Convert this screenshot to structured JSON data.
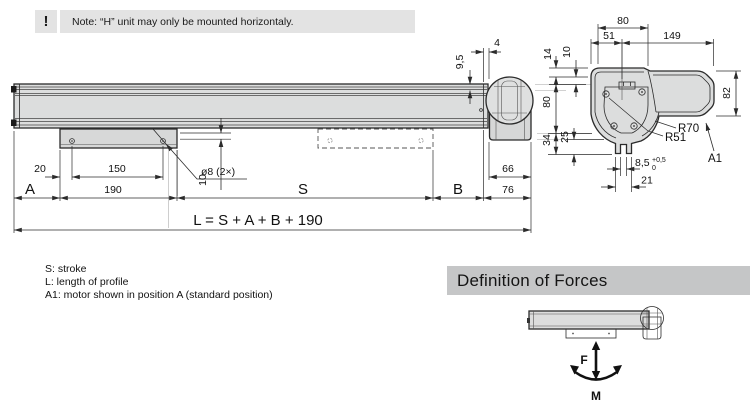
{
  "note": {
    "icon": "!",
    "text": "Note: “H” unit may only be mounted horizontaly."
  },
  "side_view": {
    "dim_20": "20",
    "dim_150": "150",
    "dim_190": "190",
    "dim_10": "10",
    "dim_9_5": "9,5",
    "dim_4": "4",
    "dim_66": "66",
    "dim_76": "76",
    "label_a": "A",
    "label_s": "S",
    "label_b": "B",
    "hole_callout": "ø8 (2×)",
    "length_formula": "L = S + A + B + 190"
  },
  "end_view": {
    "dim_80_top": "80",
    "dim_51": "51",
    "dim_149": "149",
    "dim_14": "14",
    "dim_10": "10",
    "dim_80_left": "80",
    "dim_34": "34",
    "dim_25": "25",
    "dim_82": "82",
    "radius_70": "R70",
    "radius_51": "R51",
    "position_label": "A1",
    "slot_width": "8,5",
    "slot_tol_upper": "+0,5",
    "slot_tol_lower": "0",
    "dim_21": "21"
  },
  "legend": {
    "line1": "S: stroke",
    "line2": "L: length of profile",
    "line3": "A1: motor shown in position A (standard position)"
  },
  "forces": {
    "title": "Definition of Forces",
    "force_label": "F",
    "moment_label": "M"
  },
  "colors": {
    "note_bg": "#e3e3e3",
    "header_bg": "#c5c6c7",
    "profile_fill": "#dcdddd",
    "line_color": "#2b2b2b"
  }
}
